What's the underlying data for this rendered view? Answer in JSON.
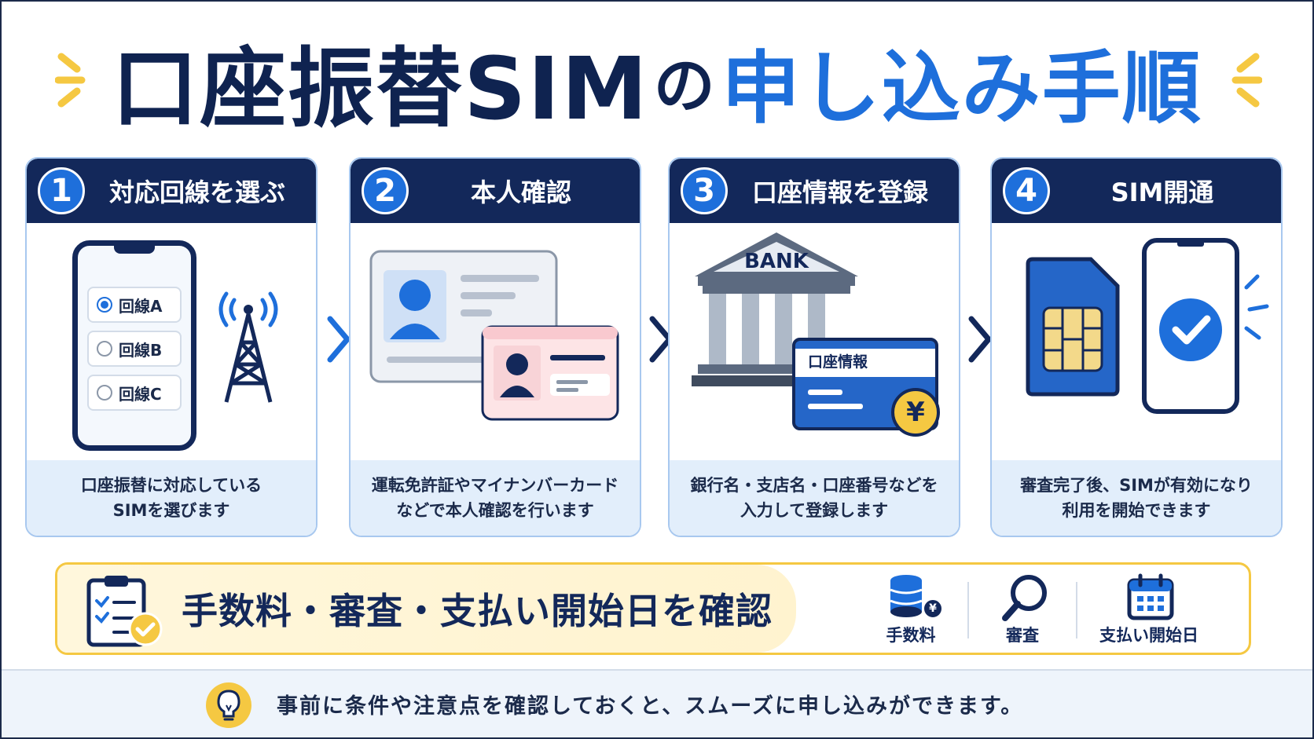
{
  "title": {
    "dark": "口座振替SIM",
    "particle": "の",
    "blue": "申し込み手順"
  },
  "steps": [
    {
      "number": "1",
      "title": "対応回線を選ぶ",
      "desc_line1": "口座振替に対応している",
      "desc_line2": "SIMを選びます",
      "options": [
        "回線A",
        "回線B",
        "回線C"
      ],
      "selected_option": "回線A"
    },
    {
      "number": "2",
      "title": "本人確認",
      "desc_line1": "運転免許証やマイナンバーカード",
      "desc_line2": "などで本人確認を行います"
    },
    {
      "number": "3",
      "title": "口座情報を登録",
      "desc_line1": "銀行名・支店名・口座番号などを",
      "desc_line2": "入力して登録します",
      "bank_label": "BANK",
      "card_label": "口座情報",
      "currency_symbol": "¥"
    },
    {
      "number": "4",
      "title": "SIM開通",
      "desc_line1": "審査完了後、SIMが有効になり",
      "desc_line2": "利用を開始できます"
    }
  ],
  "confirm": {
    "text": "手数料・審査・支払い開始日を確認",
    "items": [
      {
        "label": "手数料",
        "icon": "coin-stack-icon"
      },
      {
        "label": "審査",
        "icon": "magnifier-icon"
      },
      {
        "label": "支払い開始日",
        "icon": "calendar-icon"
      }
    ],
    "coin_symbol": "¥"
  },
  "footer": {
    "text": "事前に条件や注意点を確認しておくと、スムーズに申し込みができます。"
  },
  "colors": {
    "navy": "#13285a",
    "blue": "#1e6fdb",
    "yellow": "#f5c842",
    "light_blue": "#e2eefb"
  }
}
